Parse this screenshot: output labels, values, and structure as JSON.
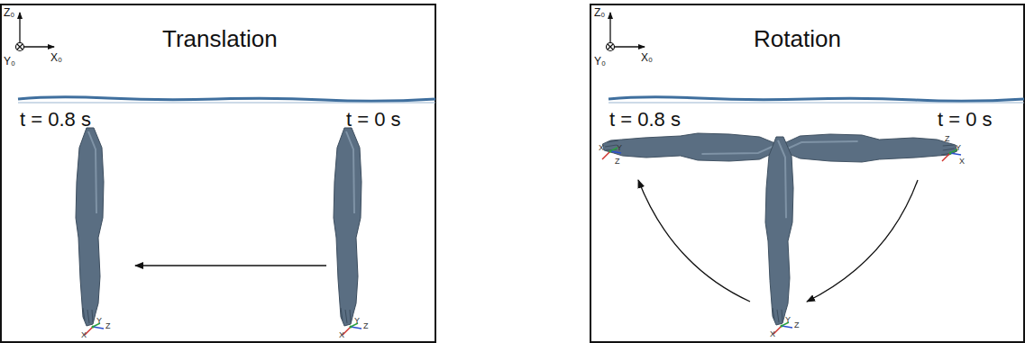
{
  "diagram": {
    "labels": [
      "Translation",
      "Z₀",
      "Y₀",
      "X₀",
      "t = 0.8 s",
      "t = 0 s",
      "X",
      "Y",
      "Z",
      "X",
      "Y",
      "Z",
      "Rotation",
      "Z₀",
      "Y₀",
      "X₀",
      "t = 0.8 s",
      "t = 0 s",
      "X",
      "Z",
      "Y",
      "X",
      "Y",
      "Z",
      "X",
      "Y",
      "Z"
    ]
  }
}
